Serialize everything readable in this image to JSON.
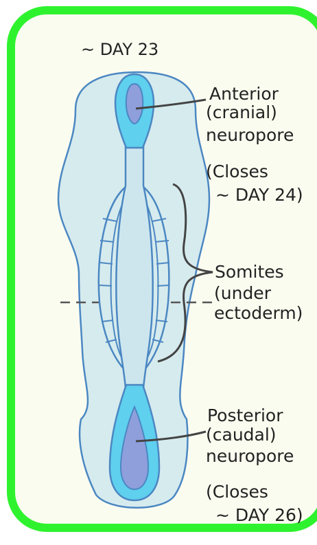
{
  "title": "~ DAY 23",
  "labels": {
    "anterior": [
      "Anterior",
      "(cranial)",
      "neuropore"
    ],
    "anterior_close": [
      "(Closes",
      "~ DAY 24)"
    ],
    "somites": [
      "Somites",
      "(under",
      "ectoderm)"
    ],
    "posterior": [
      "Posterior",
      "(caudal)",
      "neuropore"
    ],
    "posterior_close": [
      "(Closes",
      "~ DAY 26)"
    ]
  },
  "colors": {
    "frame": "#2ff22f",
    "background": "#fbfcf0",
    "embryo_fill": "#d6ebee",
    "neural_tube": "#cde6ee",
    "neuropore_outer": "#5fd0ee",
    "neuropore_inner": "#8f9fdc",
    "outline": "#4b87c2"
  }
}
